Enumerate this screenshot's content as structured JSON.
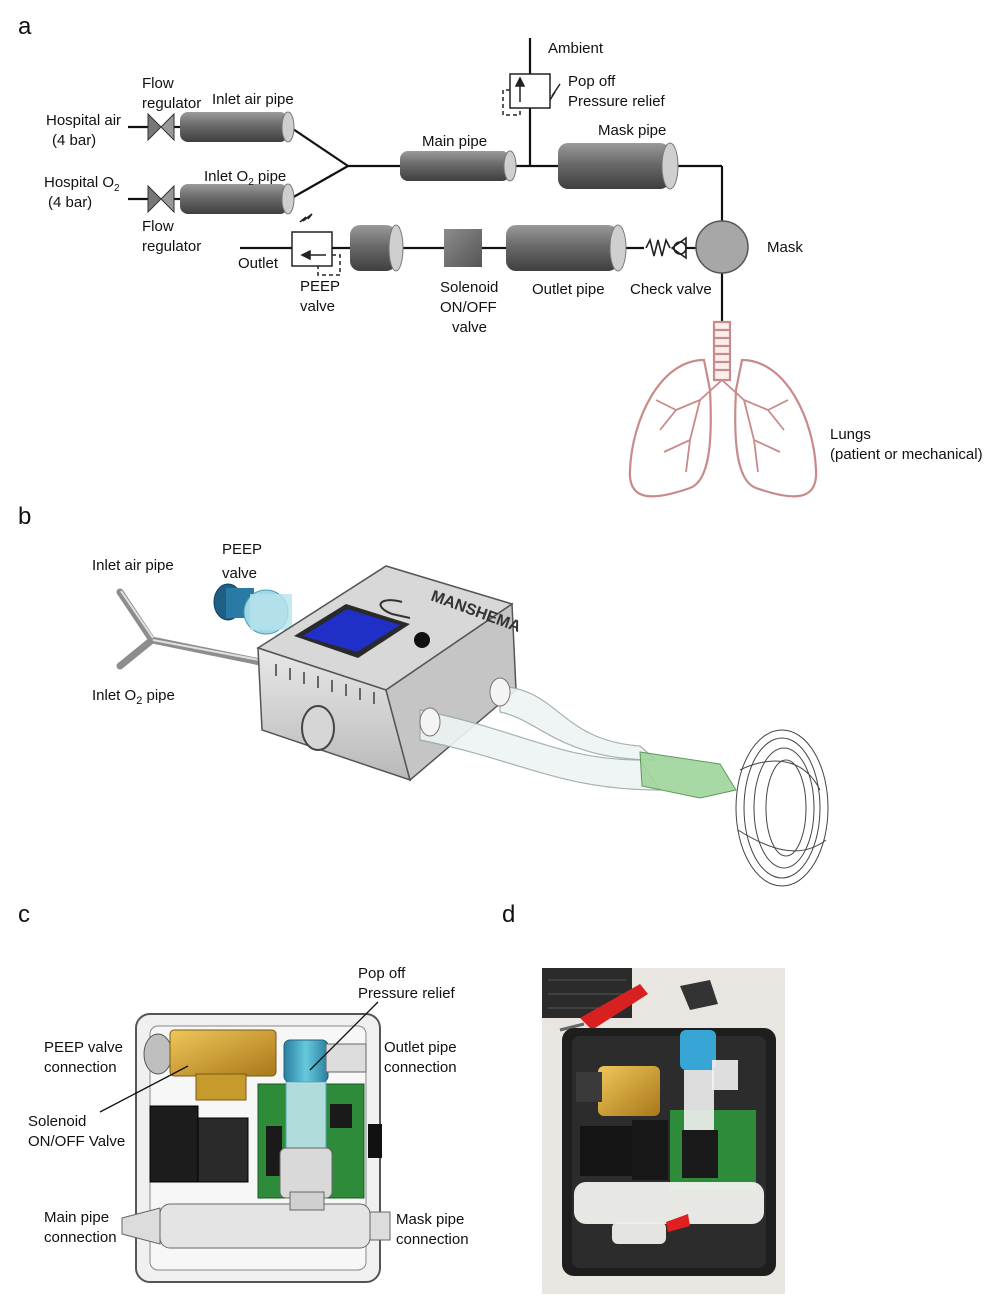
{
  "panels": {
    "a": "a",
    "b": "b",
    "c": "c",
    "d": "d"
  },
  "schematic": {
    "hospital_air": [
      "Hospital air",
      "(4 bar)"
    ],
    "hospital_o2": {
      "main": "Hospital O",
      "sub": "2",
      "pressure": "(4 bar)"
    },
    "flow_regulator_top": [
      "Flow",
      "regulator"
    ],
    "flow_regulator_bottom": [
      "Flow",
      "regulator"
    ],
    "inlet_air_pipe": "Inlet air pipe",
    "inlet_o2_pipe": {
      "pre": "Inlet O",
      "sub": "2",
      "post": " pipe"
    },
    "main_pipe": "Main pipe",
    "ambient": "Ambient",
    "pop_off": [
      "Pop off",
      "Pressure relief"
    ],
    "mask_pipe": "Mask pipe",
    "mask": "Mask",
    "outlet": "Outlet",
    "peep_valve": [
      "PEEP",
      "valve"
    ],
    "solenoid": [
      "Solenoid",
      "ON/OFF",
      "valve"
    ],
    "outlet_pipe": "Outlet pipe",
    "check_valve": "Check valve",
    "lungs": [
      "Lungs",
      "(patient or mechanical)"
    ]
  },
  "render3d": {
    "inlet_air_pipe": "Inlet air pipe",
    "peep_valve": [
      "PEEP",
      "valve"
    ],
    "inlet_o2_pipe": {
      "pre": "Inlet O",
      "sub": "2",
      "post": " pipe"
    },
    "brand": "MANSHEMA"
  },
  "interior": {
    "pop_off": [
      "Pop off",
      "Pressure relief"
    ],
    "peep_connection": [
      "PEEP valve",
      "connection"
    ],
    "outlet_connection": [
      "Outlet pipe",
      "connection"
    ],
    "solenoid": [
      "Solenoid",
      "ON/OFF Valve"
    ],
    "main_connection": [
      "Main pipe",
      "connection"
    ],
    "mask_connection": [
      "Mask pipe",
      "connection"
    ]
  },
  "colors": {
    "pipe": "#6e6e6e",
    "lung": "#c98a8a",
    "brass": "#d4a437",
    "teal": "#4fb3c3",
    "pcb": "#2e8b3a",
    "lcd": "#1f2fc8"
  }
}
